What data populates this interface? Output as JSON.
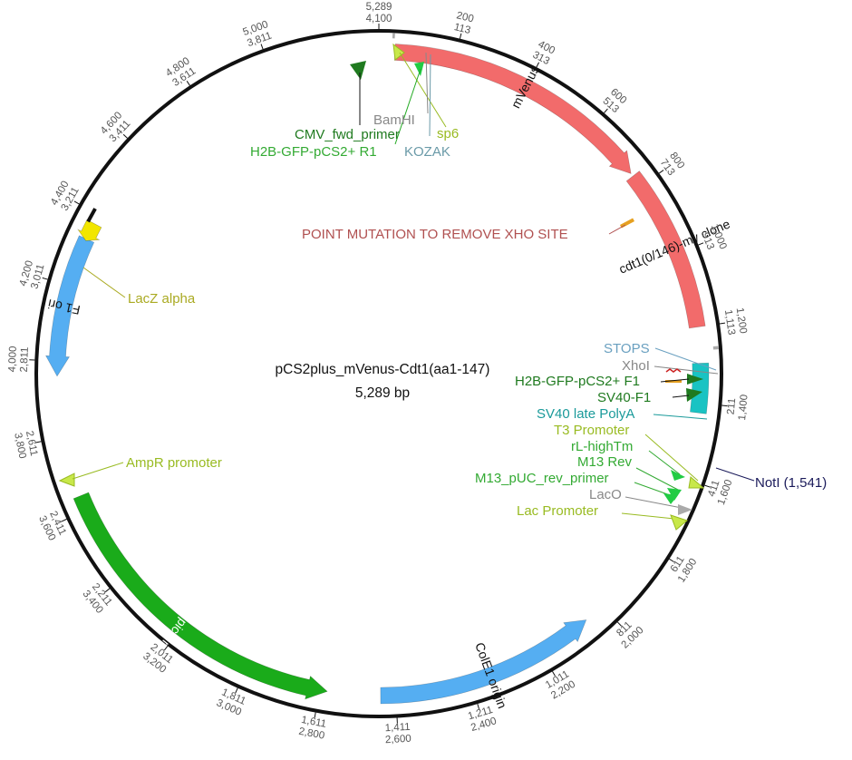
{
  "plasmid": {
    "name": "pCS2plus_mVenus-Cdt1(aa1-147)",
    "size_label": "5,289 bp",
    "length": 5289
  },
  "ticks": [
    {
      "pos": 0,
      "outer": "5,289",
      "inner": "4,100"
    },
    {
      "pos": 200,
      "outer": "200",
      "inner": "113"
    },
    {
      "pos": 400,
      "outer": "400",
      "inner": "313"
    },
    {
      "pos": 600,
      "outer": "600",
      "inner": "513"
    },
    {
      "pos": 800,
      "outer": "800",
      "inner": "713"
    },
    {
      "pos": 1000,
      "outer": "1,000",
      "inner": "913"
    },
    {
      "pos": 1200,
      "outer": "1,200",
      "inner": "1,113"
    },
    {
      "pos": 1400,
      "outer": "1,400",
      "inner": "211"
    },
    {
      "pos": 1600,
      "outer": "1,600",
      "inner": "411"
    },
    {
      "pos": 1800,
      "outer": "1,800",
      "inner": "611"
    },
    {
      "pos": 2000,
      "outer": "2,000",
      "inner": "811"
    },
    {
      "pos": 2200,
      "outer": "2,200",
      "inner": "1,011"
    },
    {
      "pos": 2400,
      "outer": "2,400",
      "inner": "1,211"
    },
    {
      "pos": 2600,
      "outer": "2,600",
      "inner": "1,411"
    },
    {
      "pos": 2800,
      "outer": "2,800",
      "inner": "1,611"
    },
    {
      "pos": 3000,
      "outer": "3,000",
      "inner": "1,811"
    },
    {
      "pos": 3200,
      "outer": "3,200",
      "inner": "2,011"
    },
    {
      "pos": 3400,
      "outer": "3,400",
      "inner": "2,211"
    },
    {
      "pos": 3600,
      "outer": "3,600",
      "inner": "2,411"
    },
    {
      "pos": 3800,
      "outer": "3,800",
      "inner": "2,611"
    },
    {
      "pos": 4000,
      "outer": "4,000",
      "inner": "2,811"
    },
    {
      "pos": 4200,
      "outer": "4,200",
      "inner": "3,011"
    },
    {
      "pos": 4400,
      "outer": "4,400",
      "inner": "3,211"
    },
    {
      "pos": 4600,
      "outer": "4,600",
      "inner": "3,411"
    },
    {
      "pos": 4800,
      "outer": "4,800",
      "inner": "3,611"
    },
    {
      "pos": 5000,
      "outer": "5,000",
      "inner": "3,811"
    }
  ],
  "arc_features": [
    {
      "id": "mvenus",
      "label": "mVenus",
      "start": 42,
      "end": 758,
      "dir": "cw",
      "color": "#f26b6b",
      "text_color": "#111111"
    },
    {
      "id": "cdt1",
      "label": "cdt1(0/146)-my clone",
      "start": 766,
      "end": 1200,
      "dir": "none",
      "color": "#f26b6b",
      "text_color": "#111111"
    },
    {
      "id": "sv40polya",
      "label": "",
      "start": 1295,
      "end": 1425,
      "dir": "none",
      "color": "#19c3c3",
      "text_color": "#111111"
    },
    {
      "id": "colE1",
      "label": "ColE1 origin",
      "start": 2055,
      "end": 2640,
      "dir": "ccw",
      "color": "#55aef2",
      "text_color": "#111111"
    },
    {
      "id": "ampicillin",
      "label": "Ampicillin",
      "start": 2780,
      "end": 3640,
      "dir": "ccw",
      "color": "#1aab1a",
      "text_color": "#ffffff"
    },
    {
      "id": "f1ori",
      "label": "F1 ori",
      "start": 3960,
      "end": 4330,
      "dir": "ccw",
      "color": "#55aef2",
      "text_color": "#111111"
    }
  ],
  "small_marks": [
    {
      "id": "lacz",
      "start": 4325,
      "end": 4375,
      "color": "#f2e600",
      "kind": "arrow-ccw"
    },
    {
      "id": "lacz-bar",
      "start": 4372,
      "end": 4410,
      "color": "#111111",
      "kind": "bar"
    },
    {
      "id": "bamhi-mark",
      "start": 34,
      "end": 40,
      "color": "#aaaaaa",
      "kind": "bar"
    },
    {
      "id": "stops-mark",
      "start": 1254,
      "end": 1262,
      "color": "#aaaaaa",
      "kind": "bar"
    }
  ],
  "features": [
    {
      "id": "bamhi",
      "label": "BamHI",
      "color": "#888888"
    },
    {
      "id": "sp6",
      "label": "sp6",
      "color": "#99bb22"
    },
    {
      "id": "cmv",
      "label": "CMV_fwd_primer",
      "color": "#1f7a1f"
    },
    {
      "id": "h2b-r1",
      "label": "H2B-GFP-pCS2+ R1",
      "color": "#33aa33"
    },
    {
      "id": "kozak",
      "label": "KOZAK",
      "color": "#6a9aa8"
    },
    {
      "id": "pointmut",
      "label": "POINT MUTATION TO REMOVE XHO SITE",
      "color": "#b05050"
    },
    {
      "id": "stops",
      "label": "STOPS",
      "color": "#6aa0c0"
    },
    {
      "id": "xhoi",
      "label": "XhoI",
      "color": "#888888"
    },
    {
      "id": "h2b-f1",
      "label": "H2B-GFP-pCS2+  F1",
      "color": "#1f7a1f"
    },
    {
      "id": "sv40f1",
      "label": "SV40-F1",
      "color": "#1f7a1f"
    },
    {
      "id": "sv40late",
      "label": "SV40 late PolyA",
      "color": "#1a9a9a"
    },
    {
      "id": "t3",
      "label": "T3 Promoter",
      "color": "#99bb22"
    },
    {
      "id": "rlhightm",
      "label": "rL-highTm",
      "color": "#33aa33"
    },
    {
      "id": "m13rev",
      "label": "M13 Rev",
      "color": "#33aa33"
    },
    {
      "id": "m13puc",
      "label": "M13_pUC_rev_primer",
      "color": "#33aa33"
    },
    {
      "id": "laco",
      "label": "LacO",
      "color": "#888888"
    },
    {
      "id": "lacpromoter",
      "label": "Lac Promoter",
      "color": "#99bb22"
    },
    {
      "id": "noti",
      "label": "NotI (1,541)",
      "color": "#1a1a5a"
    },
    {
      "id": "laczalpha",
      "label": "LacZ alpha",
      "color": "#aaaa22"
    },
    {
      "id": "ampr",
      "label": "AmpR promoter",
      "color": "#99bb22"
    }
  ]
}
